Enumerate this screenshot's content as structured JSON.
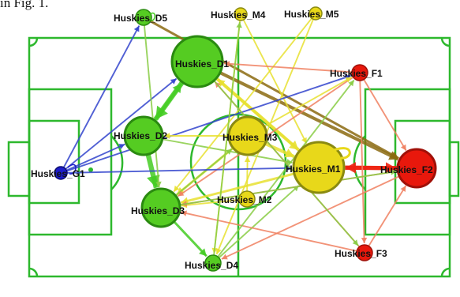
{
  "caption_fragment": "in Fig. 1.",
  "team": "Huskies",
  "colors": {
    "pitch_line": "#2db82d",
    "goalkeeper": "#1c1cc8",
    "defender": "#55cc22",
    "midfielder": "#e8d81a",
    "forward": "#e8180c",
    "node_outline": "#8a8a10"
  },
  "nodes": [
    {
      "id": "G1",
      "label": "Huskies_G1",
      "role": "goalkeeper",
      "size": 1
    },
    {
      "id": "D1",
      "label": "Huskies_D1",
      "role": "defender",
      "size": 5
    },
    {
      "id": "D2",
      "label": "Huskies_D2",
      "role": "defender",
      "size": 4
    },
    {
      "id": "D3",
      "label": "Huskies_D3",
      "role": "defender",
      "size": 4
    },
    {
      "id": "D4",
      "label": "Huskies_D4",
      "role": "defender",
      "size": 2
    },
    {
      "id": "D5",
      "label": "Huskies_D5",
      "role": "defender",
      "size": 2
    },
    {
      "id": "M1",
      "label": "Huskies_M1",
      "role": "midfielder",
      "size": 5
    },
    {
      "id": "M2",
      "label": "Huskies_M2",
      "role": "midfielder",
      "size": 2
    },
    {
      "id": "M3",
      "label": "Huskies_M3",
      "role": "midfielder",
      "size": 4
    },
    {
      "id": "M4",
      "label": "Huskies_M4",
      "role": "midfielder",
      "size": 1
    },
    {
      "id": "M5",
      "label": "Huskies_M5",
      "role": "midfielder",
      "size": 1
    },
    {
      "id": "F1",
      "label": "Huskies_F1",
      "role": "forward",
      "size": 2
    },
    {
      "id": "F2",
      "label": "Huskies_F2",
      "role": "forward",
      "size": 4
    },
    {
      "id": "F3",
      "label": "Huskies_F3",
      "role": "forward",
      "size": 2
    }
  ],
  "edges": [
    {
      "from": "D1",
      "to": "D2",
      "weight": 5,
      "color": "#44cc22"
    },
    {
      "from": "D2",
      "to": "D3",
      "weight": 5,
      "color": "#44cc22"
    },
    {
      "from": "D2",
      "to": "D1",
      "weight": 3,
      "color": "#44cc22"
    },
    {
      "from": "D3",
      "to": "D4",
      "weight": 2,
      "color": "#44cc22"
    },
    {
      "from": "M1",
      "to": "F2",
      "weight": 4,
      "color": "#ee2211"
    },
    {
      "from": "F2",
      "to": "M1",
      "weight": 4,
      "color": "#ee2211"
    },
    {
      "from": "D1",
      "to": "F2",
      "weight": 3,
      "color": "#8b6a10"
    },
    {
      "from": "D5",
      "to": "F2",
      "weight": 2,
      "color": "#8b6a10"
    },
    {
      "from": "D1",
      "to": "M1",
      "weight": 3,
      "color": "#e8e030"
    },
    {
      "from": "M3",
      "to": "M1",
      "weight": 3,
      "color": "#e8e030"
    },
    {
      "from": "M1",
      "to": "D3",
      "weight": 2,
      "color": "#e8e030"
    },
    {
      "from": "M3",
      "to": "D3",
      "weight": 2,
      "color": "#e8e030"
    },
    {
      "from": "M1",
      "to": "D1",
      "weight": 2,
      "color": "#e8e030"
    },
    {
      "from": "D2",
      "to": "M1",
      "weight": 1,
      "color": "#88cc44"
    },
    {
      "from": "D3",
      "to": "M3",
      "weight": 1,
      "color": "#88cc44"
    },
    {
      "from": "D4",
      "to": "M1",
      "weight": 1,
      "color": "#88cc44"
    },
    {
      "from": "M2",
      "to": "M3",
      "weight": 1,
      "color": "#e8e030"
    },
    {
      "from": "M2",
      "to": "D3",
      "weight": 1,
      "color": "#e8e030"
    },
    {
      "from": "M4",
      "to": "D4",
      "weight": 1,
      "color": "#e8e030"
    },
    {
      "from": "M5",
      "to": "D3",
      "weight": 1,
      "color": "#e8e030"
    },
    {
      "from": "M5",
      "to": "D4",
      "weight": 1,
      "color": "#e8e030"
    },
    {
      "from": "M4",
      "to": "M1",
      "weight": 1,
      "color": "#e8e030"
    },
    {
      "from": "F1",
      "to": "D3",
      "weight": 1,
      "color": "#f08060"
    },
    {
      "from": "F1",
      "to": "F3",
      "weight": 1,
      "color": "#f08060"
    },
    {
      "from": "F1",
      "to": "F2",
      "weight": 1,
      "color": "#f08060"
    },
    {
      "from": "F1",
      "to": "D1",
      "weight": 1,
      "color": "#f08060"
    },
    {
      "from": "F3",
      "to": "D1",
      "weight": 1,
      "color": "#f08060"
    },
    {
      "from": "F3",
      "to": "D3",
      "weight": 1,
      "color": "#f08060"
    },
    {
      "from": "F3",
      "to": "F2",
      "weight": 1,
      "color": "#f08060"
    },
    {
      "from": "F2",
      "to": "D4",
      "weight": 1,
      "color": "#f08060"
    },
    {
      "from": "F2",
      "to": "D3",
      "weight": 1,
      "color": "#f08060"
    },
    {
      "from": "G1",
      "to": "D5",
      "weight": 1,
      "color": "#3344cc"
    },
    {
      "from": "G1",
      "to": "D1",
      "weight": 1,
      "color": "#3344cc"
    },
    {
      "from": "G1",
      "to": "F1",
      "weight": 1,
      "color": "#3344cc"
    },
    {
      "from": "G1",
      "to": "M1",
      "weight": 1,
      "color": "#3344cc"
    },
    {
      "from": "G1",
      "to": "D2",
      "weight": 1,
      "color": "#3344cc"
    },
    {
      "from": "D5",
      "to": "D3",
      "weight": 1,
      "color": "#88cc44"
    },
    {
      "from": "D4",
      "to": "F1",
      "weight": 1,
      "color": "#88cc44"
    },
    {
      "from": "D4",
      "to": "M4",
      "weight": 1,
      "color": "#88cc44"
    },
    {
      "from": "D1",
      "to": "F3",
      "weight": 1,
      "color": "#88cc44"
    },
    {
      "from": "D3",
      "to": "F2",
      "weight": 1,
      "color": "#88cc44"
    },
    {
      "from": "M3",
      "to": "F1",
      "weight": 1,
      "color": "#e8e030"
    },
    {
      "from": "M3",
      "to": "D2",
      "weight": 1,
      "color": "#e8e030"
    }
  ]
}
